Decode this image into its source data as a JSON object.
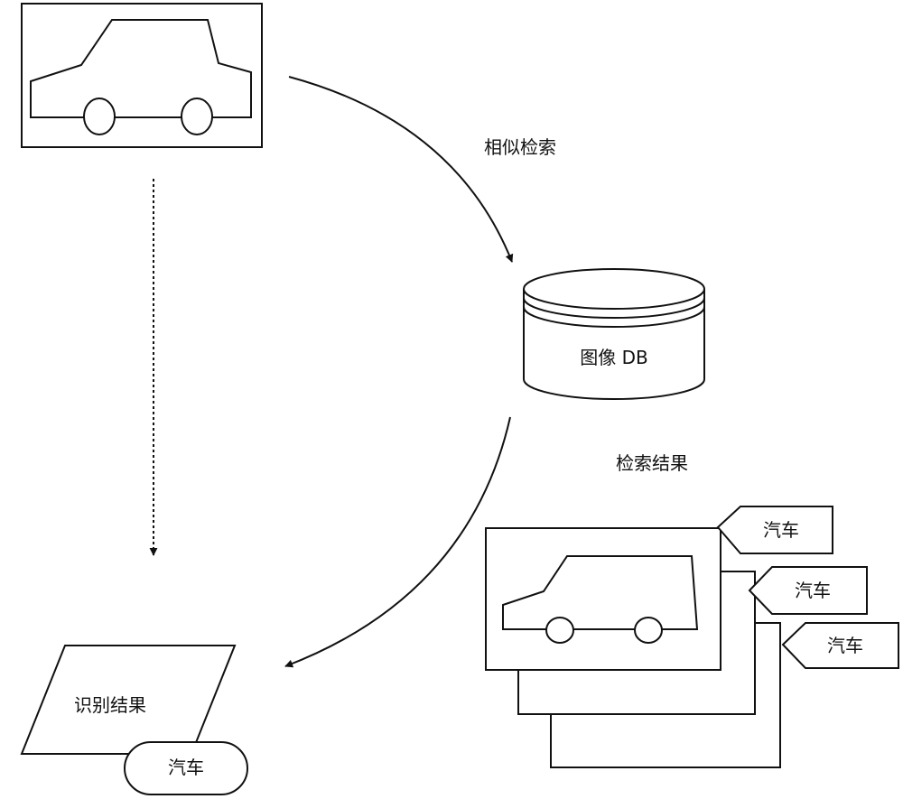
{
  "labels": {
    "similar_search": "相似检索",
    "image_db": "图像 DB",
    "search_result": "检索结果",
    "recognition_result": "识别结果",
    "car": "汽车"
  },
  "tags": [
    "汽车",
    "汽车",
    "汽车"
  ]
}
